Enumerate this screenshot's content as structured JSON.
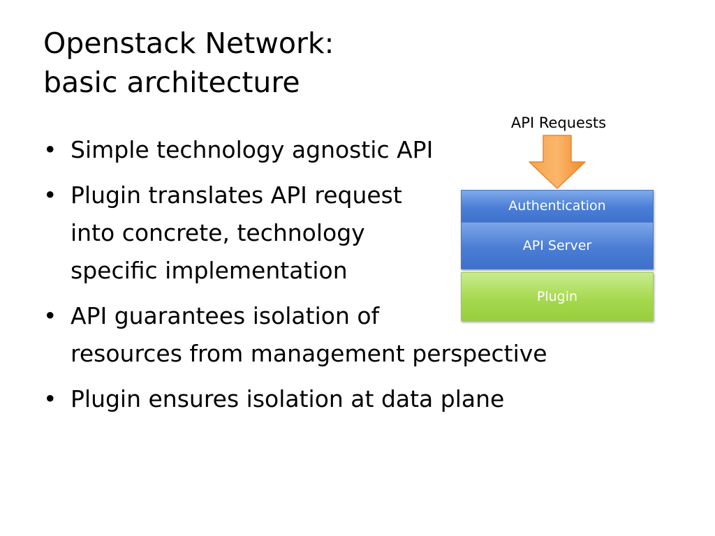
{
  "slide": {
    "title_lines": [
      "Openstack Network:",
      "basic architecture"
    ],
    "bullets": [
      {
        "marker": "•",
        "lines": [
          "Simple technology agnostic API"
        ]
      },
      {
        "marker": "•",
        "lines": [
          "Plugin translates API request",
          "into concrete, technology",
          "specific implementation"
        ]
      },
      {
        "marker": "•",
        "lines": [
          "API guarantees isolation of",
          "resources from management perspective"
        ]
      },
      {
        "marker": "•",
        "lines": [
          "Plugin ensures isolation at data plane"
        ]
      }
    ]
  },
  "diagram": {
    "input_label": "API Requests",
    "arrow_color": "#f79a3a",
    "layers": [
      {
        "label": "Authentication",
        "color": "#4b7fd6"
      },
      {
        "label": "API Server",
        "color": "#4a7dd4"
      },
      {
        "label": "Plugin",
        "color": "#a6d94f"
      }
    ]
  }
}
